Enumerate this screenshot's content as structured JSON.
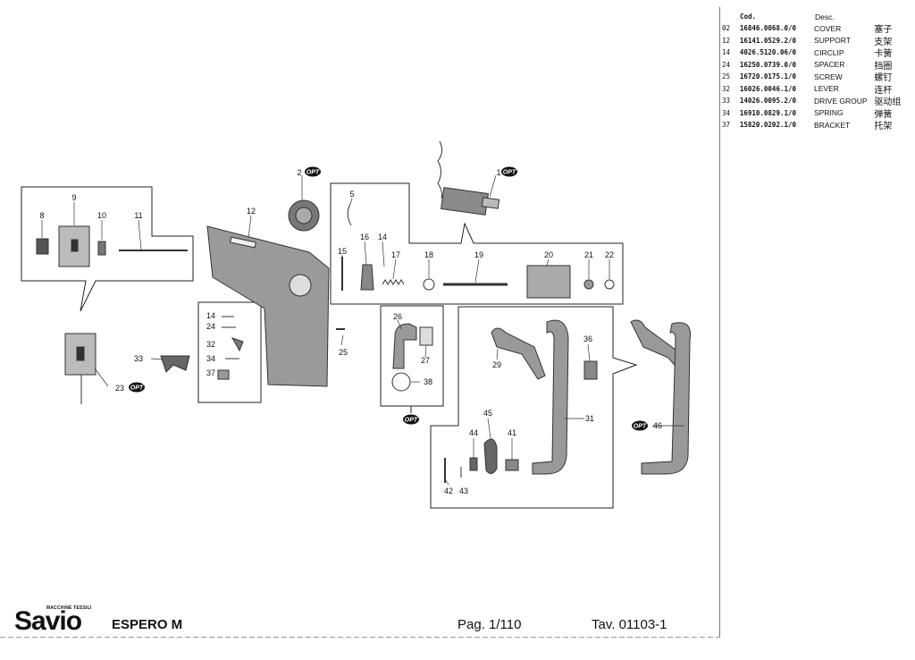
{
  "table": {
    "header_cod": "Cod.",
    "header_desc": "Desc.",
    "rows": [
      {
        "n": "02",
        "cod": "16846.0068.0/0",
        "desc": "COVER",
        "cn": "塞子"
      },
      {
        "n": "12",
        "cod": "16141.0529.2/0",
        "desc": "SUPPORT",
        "cn": "支架"
      },
      {
        "n": "14",
        "cod": "4026.5120.06/0",
        "desc": "CIRCLIP",
        "cn": "卡簧"
      },
      {
        "n": "24",
        "cod": "16250.0739.0/0",
        "desc": "SPACER",
        "cn": "挡圈"
      },
      {
        "n": "25",
        "cod": "16720.0175.1/0",
        "desc": "SCREW",
        "cn": "螺钉"
      },
      {
        "n": "32",
        "cod": "16026.0046.1/0",
        "desc": "LEVER",
        "cn": "连杆"
      },
      {
        "n": "33",
        "cod": "14026.0095.2/0",
        "desc": "DRIVE GROUP",
        "cn": "驱动组"
      },
      {
        "n": "34",
        "cod": "16910.0829.1/0",
        "desc": "SPRING",
        "cn": "弹簧"
      },
      {
        "n": "37",
        "cod": "15820.0202.1/0",
        "desc": "BRACKET",
        "cn": "托架"
      }
    ]
  },
  "footer": {
    "brand_tag": "MACCHINE TESSILI",
    "brand": "Savio",
    "model": "ESPERO M",
    "page": "Pag. 1/110",
    "table_no": "Tav. 01103-1"
  },
  "opt_text": "OPT",
  "callouts": {
    "c1": "1",
    "c2": "2",
    "c5": "5",
    "c8": "8",
    "c9": "9",
    "c10": "10",
    "c11": "11",
    "c12": "12",
    "c14a": "14",
    "c14b": "14",
    "c15": "15",
    "c16": "16",
    "c17": "17",
    "c18": "18",
    "c19": "19",
    "c20": "20",
    "c21": "21",
    "c22": "22",
    "c23": "23",
    "c24": "24",
    "c25": "25",
    "c26": "26",
    "c27": "27",
    "c29": "29",
    "c31": "31",
    "c32": "32",
    "c33": "33",
    "c34": "34",
    "c36": "36",
    "c37": "37",
    "c38": "38",
    "c41": "41",
    "c42": "42",
    "c43": "43",
    "c44": "44",
    "c45": "45",
    "c46": "46"
  }
}
